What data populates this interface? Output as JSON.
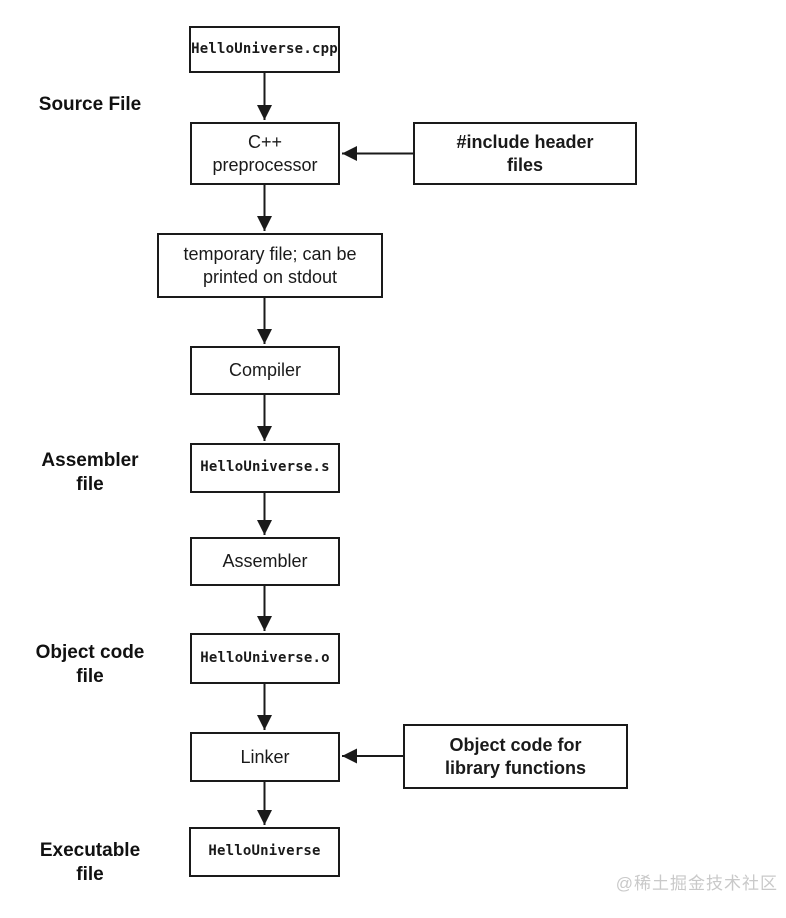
{
  "page": {
    "title": "C++ compilation process flowchart",
    "background": "#ffffff",
    "watermark": "@稀土掘金技术社区"
  },
  "colors": {
    "line": "#1a1a1a",
    "text": "#1a1a1a",
    "box_fill": "#ffffff",
    "watermark": "#c9c9c9"
  },
  "stage_labels": [
    {
      "id": "source-file",
      "text": "Source File"
    },
    {
      "id": "assembler-file",
      "text": "Assembler\nfile"
    },
    {
      "id": "object-code-file",
      "text": "Object code\nfile"
    },
    {
      "id": "executable-file",
      "text": "Executable\nfile"
    }
  ],
  "nodes": {
    "source_file": "HelloUniverse.cpp",
    "preprocessor": "C++\npreprocessor",
    "temp_file": "temporary file; can be\nprinted on stdout",
    "compiler": "Compiler",
    "assembler_out": "HelloUniverse.s",
    "assembler": "Assembler",
    "object_file": "HelloUniverse.o",
    "linker": "Linker",
    "executable": "HelloUniverse",
    "include_headers": "#include header\nfiles",
    "object_library": "Object code for\nlibrary functions"
  },
  "edges": [
    "source_file -> preprocessor",
    "include_headers -> preprocessor",
    "preprocessor -> temp_file",
    "temp_file -> compiler",
    "compiler -> assembler_out",
    "assembler_out -> assembler",
    "assembler -> object_file",
    "object_file -> linker",
    "object_library -> linker",
    "linker -> executable"
  ]
}
